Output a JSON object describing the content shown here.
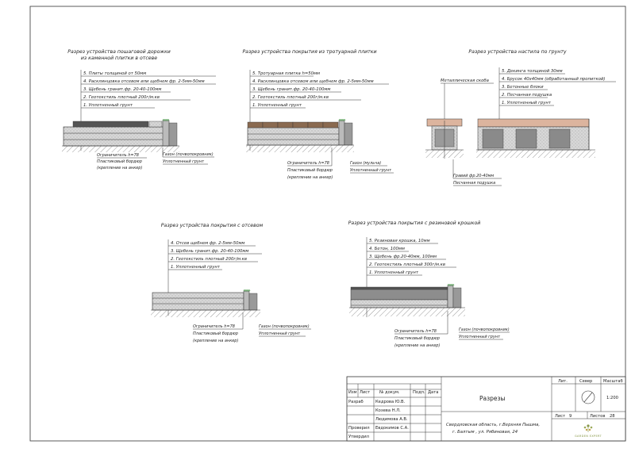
{
  "sections": {
    "s1": {
      "title": [
        "Разрез устройства пошаговой дорожки",
        "из каменной плитки в отсеве"
      ],
      "layers": [
        "5. Плиты толщиной от 50мм",
        "4. Расклинцовка отсевом или щебнем фр. 2-5мм-50мм",
        "3. Щебень гранит.фр. 20-40-100мм",
        "2. Геотекстиль  плотный 200г/м.кв",
        "1. Уплотненный грунт"
      ],
      "border": [
        "Ограничитель h=78",
        "Пластиковый бордюр",
        "(крепление на анкер)"
      ],
      "lawn": [
        "Газон (почвопокровник)",
        "Уплотненный грунт"
      ]
    },
    "s2": {
      "title": [
        "Разрез устройства покрытия из тротуарной плитки"
      ],
      "layers": [
        "5. Тротуарная плитка h=50мм",
        "4. Расклинцовка отсевом или щебнем фр. 2-5мм-50мм",
        "3. Щебень гранит.фр. 20-40-100мм",
        "2. Геотекстиль  плотный 200г/м.кв",
        "1. Уплотненный грунт"
      ],
      "border": [
        "Ограничитель h=78",
        "Пластиковый бордюр",
        "(крепление на анкер)"
      ],
      "lawn": [
        "Газон (мульча)",
        "Уплотненный грунт"
      ]
    },
    "s3": {
      "title": [
        "Разрез устройства настила по грунту"
      ],
      "bracket": "Металлическая скоба",
      "layers": [
        "5. Декинга толщиной 30мм",
        "4. Брусок 40х40мм (обработанный пропиткой)",
        "3. Бетонные блоки",
        "2. Песчанная подушка",
        "1. Уплотненный грунт"
      ],
      "gravel": [
        "Гравий фр.20-40мм",
        "Песчанная подушка"
      ]
    },
    "s4": {
      "title": [
        "Разрез устройства  покрытия с отсевом"
      ],
      "layers": [
        "4. Отсев щебнем фр. 2-5мм-50мм",
        "3. Щебень гранит.фр. 20-40-100мм",
        "2. Геотекстиль  плотный 200г/м.кв",
        "1. Уплотненный грунт"
      ],
      "border": [
        "Ограничитель h=78",
        "Пластиковый бордюр",
        "(крепление на анкер)"
      ],
      "lawn": [
        "Газон (почвопокровник)",
        "Уплотненный грунт"
      ]
    },
    "s5": {
      "title": [
        "Разрез устройства  покрытия с резиновой крошкой"
      ],
      "layers": [
        "5. Резиновая крошка, 10мм",
        "4. Бетон, 100мм",
        "3. Щебень фр.20-40мм, 100мм",
        "2. Геотекстиль  плотный 300г/м.кв",
        "1. Уплотненный грунт"
      ],
      "border": [
        "Ограничитель h=78",
        "Пластиковый бордюр",
        "(крепление на анкер)"
      ],
      "lawn": [
        "Газон (почвопокровник)",
        "Уплотненный грунт"
      ]
    }
  },
  "stamp": {
    "head": [
      "Изм",
      "Лист",
      "№  докум.",
      "Подп.",
      "Дата"
    ],
    "rows": [
      {
        "role": "Разраб",
        "name": "Кедрова Ю.В."
      },
      {
        "role": "",
        "name": "Козева Н.Л."
      },
      {
        "role": "",
        "name": "Людимова А.В."
      },
      {
        "role": "Проверил",
        "name": "Евдокимов С.А."
      },
      {
        "role": "Утвердил",
        "name": ""
      }
    ],
    "title": "Разрезы",
    "address": [
      "Свердловская область, г.Верхняя Пышма,",
      "г. Балтым , ул. Рябиновая, 24"
    ],
    "lit_label": "Лит.",
    "north_label": "Север",
    "scale_label": "Масштаб",
    "scale": "1:200",
    "sheet_label": "Лист",
    "sheet": "9",
    "sheets_label": "Листов",
    "sheets": "28",
    "logo": "GARDEN EXPERT"
  },
  "colors": {
    "line": "#333333",
    "hatch": "#555555",
    "gravel": "#d6d6d6",
    "tile": "#8a6a50",
    "deck": "#dcb49e",
    "dark": "#666666",
    "grass": "#4a9a4a"
  }
}
